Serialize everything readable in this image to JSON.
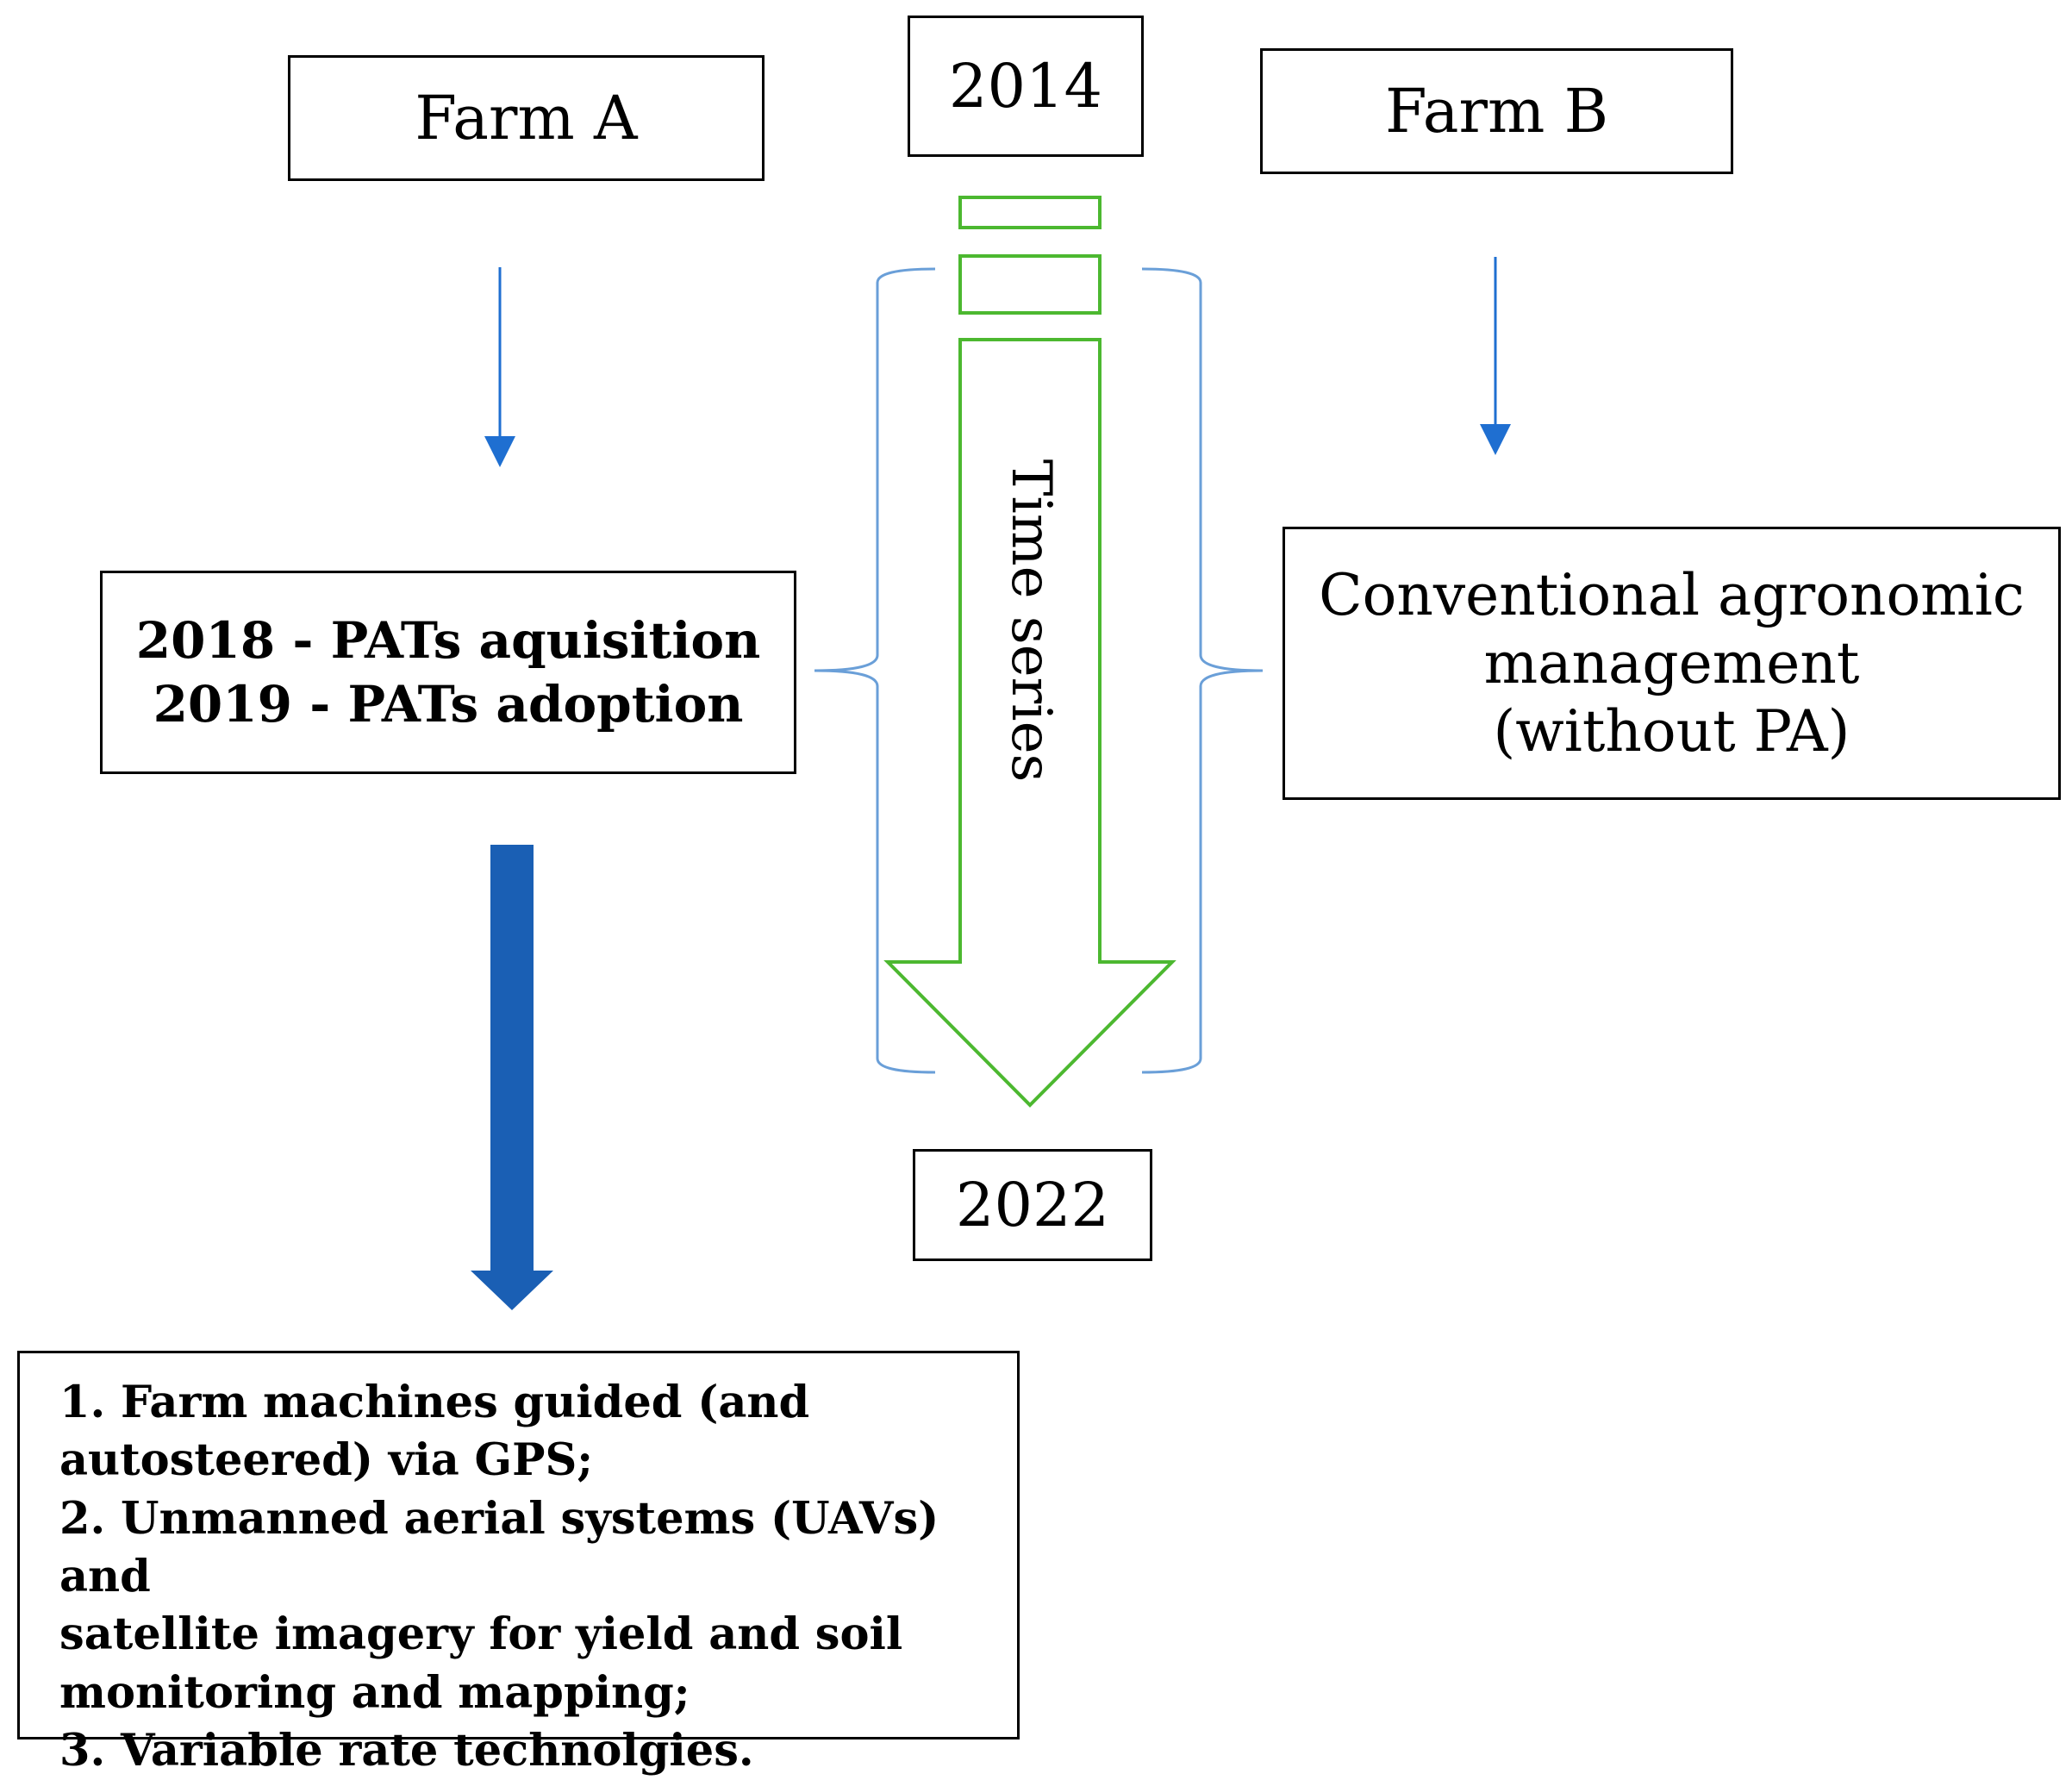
{
  "diagram": {
    "farm_a": "Farm A",
    "farm_b": "Farm B",
    "year_start": "2014",
    "year_end": "2022",
    "time_series_label": "Time series",
    "farm_a_events": {
      "line1": "2018 - PATs aquisition",
      "line2": "2019 - PATs adoption"
    },
    "farm_b_management": {
      "line1": "Conventional agronomic",
      "line2": "management",
      "line3": "(without PA)"
    },
    "technologies": {
      "text": "1. Farm machines guided  (and\nautosteered) via GPS;\n2. Unmanned aerial systems (UAVs) and\nsatellite imagery for yield  and soil\nmonitoring and mapping;\n3. Variable rate technolgies."
    },
    "colors": {
      "thin_arrow": "#1f6fd1",
      "thick_arrow": "#1a5fb4",
      "bracket": "#6a9fd8",
      "time_arrow": "#4cb830",
      "box_border": "#000000"
    }
  }
}
